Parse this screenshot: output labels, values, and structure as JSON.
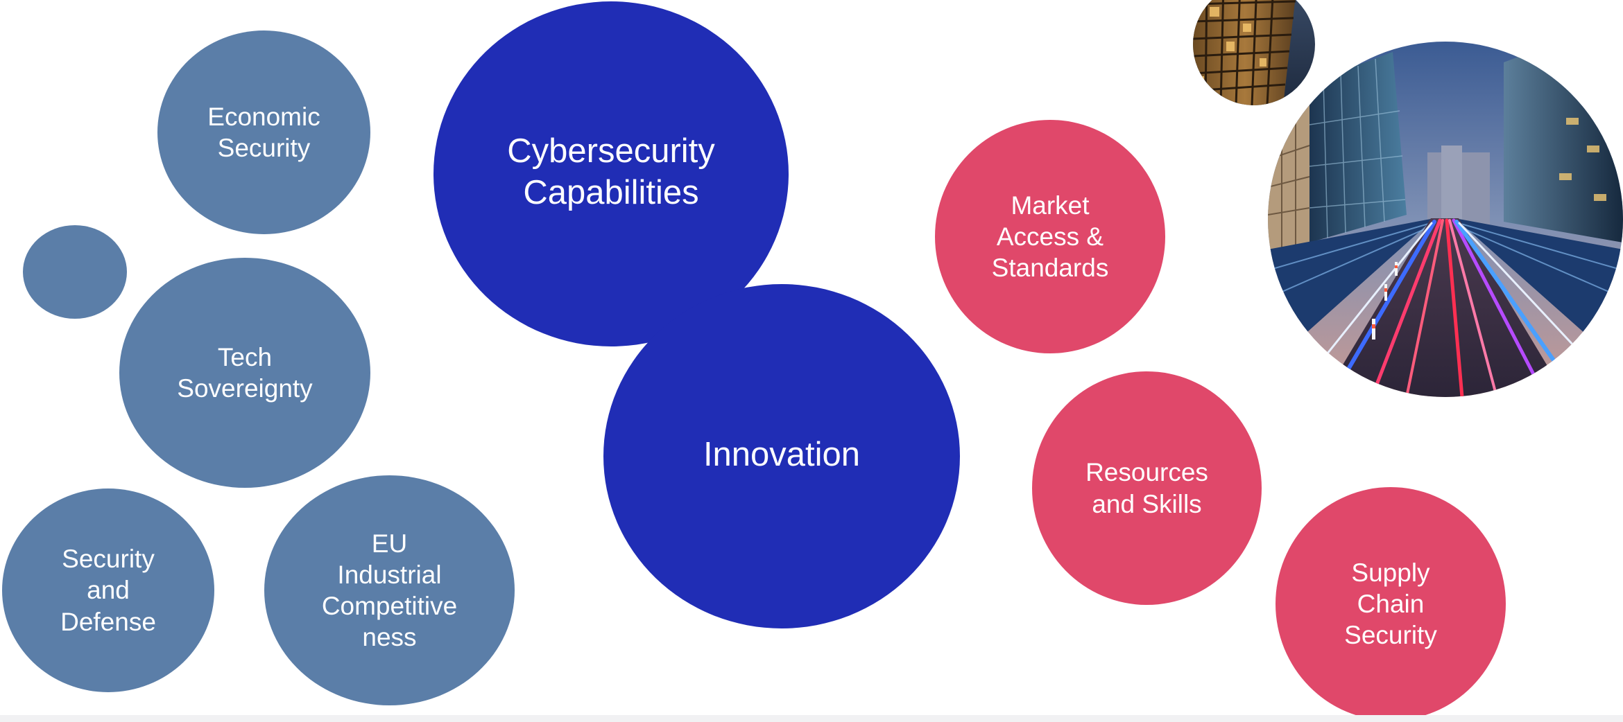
{
  "colors": {
    "steel": "#5b7ea8",
    "royal": "#202db5",
    "rose": "#e0486a"
  },
  "left_cluster": {
    "economic_security": "Economic\nSecurity",
    "tech_sovereignty": "Tech\nSovereignty",
    "security_and_defense": "Security\nand\nDefense",
    "eu_industrial_competitiveness": "EU\nIndustrial\nCompetitive\nness"
  },
  "center_cluster": {
    "cybersecurity_capabilities": "Cybersecurity\nCapabilities",
    "innovation": "Innovation"
  },
  "right_cluster": {
    "market_access_standards": "Market\nAccess &\nStandards",
    "resources_and_skills": "Resources\nand Skills",
    "supply_chain_security": "Supply\nChain\nSecurity"
  },
  "images": {
    "small_photo_icon": "building-facade-photo",
    "large_photo_icon": "city-highway-night-photo"
  }
}
